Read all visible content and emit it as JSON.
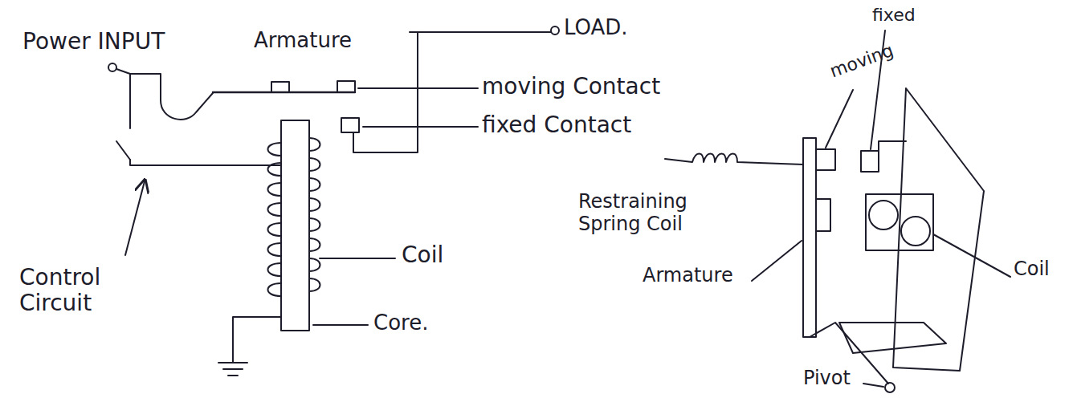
{
  "diagram": {
    "labels": [
      "Power INPUT",
      "Armature",
      "LOAD.",
      "moving Contact",
      "fixed Contact",
      "Control Circuit",
      "Coil",
      "Core.",
      "moving",
      "fixed",
      "Restraining Spring Coil",
      "Armature",
      "Coil",
      "Pivot"
    ]
  }
}
